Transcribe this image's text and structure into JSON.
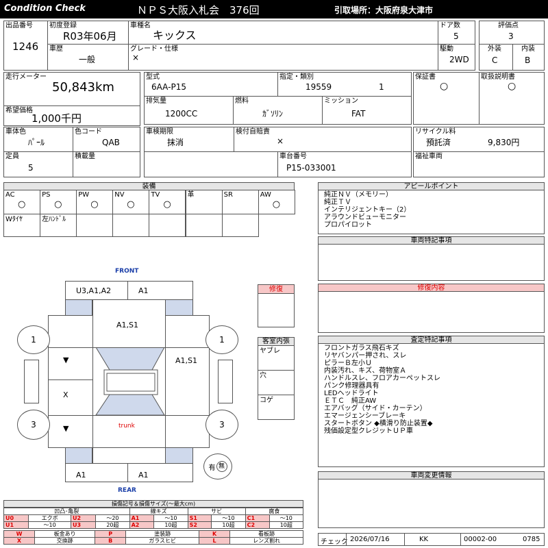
{
  "header": {
    "left_title": "Condition  Check",
    "center_title": "ＮＰＳ大阪入札会　376回",
    "pickup": "引取場所：大阪府泉大津市"
  },
  "info": {
    "lot_label": "出品番号",
    "lot": "1246",
    "first_reg_label": "初度登録",
    "first_reg": "R03年06月",
    "model_label": "車種名",
    "model": "キックス",
    "doors_label": "ドア数",
    "doors": "5",
    "score_label": "評価点",
    "score": "3",
    "history_label": "車歴",
    "history": "一般",
    "grade_label": "グレード・仕様",
    "grade": "×",
    "drive_label": "駆動",
    "drive": "2WD",
    "exterior_label": "外装",
    "exterior": "C",
    "interior_label": "内装",
    "interior": "B",
    "odo_label": "走行メーター",
    "odo": "50,843km",
    "type_label": "型式",
    "type": "6AA-P15",
    "class_label": "指定・類別",
    "class1": "19559",
    "class2": "1",
    "warranty_label": "保証書",
    "warranty": "○",
    "manual_label": "取扱説明書",
    "manual": "○",
    "price_label": "希望価格",
    "price": "1,000千円",
    "displacement_label": "排気量",
    "displacement": "1200CC",
    "fuel_label": "燃料",
    "fuel": "ｶﾞｿﾘﾝ",
    "mission_label": "ミッション",
    "mission": "FAT",
    "body_color_label": "車体色",
    "body_color": "ﾊﾟｰﾙ",
    "color_code_label": "色コード",
    "color_code": "QAB",
    "inspection_label": "車検期限",
    "inspection": "抹消",
    "liability_label": "検付自賠責",
    "liability": "×",
    "recycle_label": "リサイクル料",
    "recycle_status": "預託済",
    "recycle_amount": "9,830円",
    "capacity_label": "定員",
    "capacity": "5",
    "load_label": "積載量",
    "chassis_label": "車台番号",
    "chassis": "P15-033001",
    "welfare_label": "福祉車両"
  },
  "equipment": {
    "title": "装備",
    "row1": [
      {
        "label": "AC",
        "mark": "○"
      },
      {
        "label": "PS",
        "mark": "○"
      },
      {
        "label": "PW",
        "mark": "○"
      },
      {
        "label": "NV",
        "mark": "○"
      },
      {
        "label": "TV",
        "mark": "○"
      },
      {
        "label": "革",
        "mark": ""
      },
      {
        "label": "SR",
        "mark": ""
      },
      {
        "label": "AW",
        "mark": "○"
      }
    ],
    "row2": [
      "Wﾀｲﾔ",
      "左ﾊﾝﾄﾞﾙ",
      "",
      "",
      "",
      "",
      ""
    ]
  },
  "appeal": {
    "title": "アピールポイント",
    "lines": [
      "純正ＮＶ（メモリー）",
      "純正ＴＶ",
      "インテリジェントキー（2）",
      "アラウンドビューモニター",
      "プロパイロット"
    ]
  },
  "special": {
    "title": "車両特記事項"
  },
  "repair": {
    "title": "修復内容",
    "box_label": "修復"
  },
  "inspect": {
    "title": "査定特記事項",
    "lines": [
      "フロントガラス飛石キズ",
      "リヤバンパー押され、スレ",
      "ピラーＢ左小Ｕ",
      "内装汚れ、キズ、荷物室Ａ",
      "ハンドルスレ、フロアカーペットスレ",
      "パンク修理器具有",
      "LEDヘッドライト",
      "ＥＴＣ　純正AW",
      "エアバッグ（サイド・カーテン）",
      "エマージェンシーブレーキ",
      "スタートボタン ◆横滑り防止装置◆",
      "残価設定型クレジットＵＰ車"
    ]
  },
  "change": {
    "title": "車両変更情報"
  },
  "interior_box": {
    "title": "客室内張",
    "items": [
      "ヤブレ",
      "穴",
      "コゲ"
    ]
  },
  "diagram": {
    "front": "FRONT",
    "rear": "REAR",
    "trunk": "trunk",
    "front_top_left": "U3,A1,A2",
    "front_top_right": "A1",
    "hood": "A1,S1",
    "right_side": "A1,S1",
    "left_mid": "X",
    "rear_left": "A1",
    "rear_right": "A1",
    "wheel_fl": "1",
    "wheel_fr": "1",
    "wheel_rl": "3",
    "wheel_rr": "3",
    "spare": "有",
    "spare_mark": "無"
  },
  "legend": {
    "title": "損傷記号＆損傷サイズ(〜最大cm)",
    "headers": [
      "凹凸･亀裂",
      "線キズ",
      "サビ",
      "腐食"
    ],
    "rows": [
      [
        "U0",
        "エクボ",
        "U2",
        "〜20",
        "A1",
        "〜10",
        "S1",
        "〜10",
        "C1",
        "〜10"
      ],
      [
        "U1",
        "〜10",
        "U3",
        "20超",
        "A2",
        "10超",
        "S2",
        "10超",
        "C2",
        "10超"
      ]
    ],
    "rows2": [
      [
        "W",
        "板金あり",
        "P",
        "塗装跡",
        "K",
        "看板跡"
      ],
      [
        "X",
        "交換跡",
        "B",
        "ガラスヒビ",
        "L",
        "レンズ割れ"
      ]
    ]
  },
  "footer": {
    "check_label": "チェック",
    "date": "2026/07/16",
    "checker": "KK",
    "code1": "00002-00",
    "code2": "0785"
  }
}
